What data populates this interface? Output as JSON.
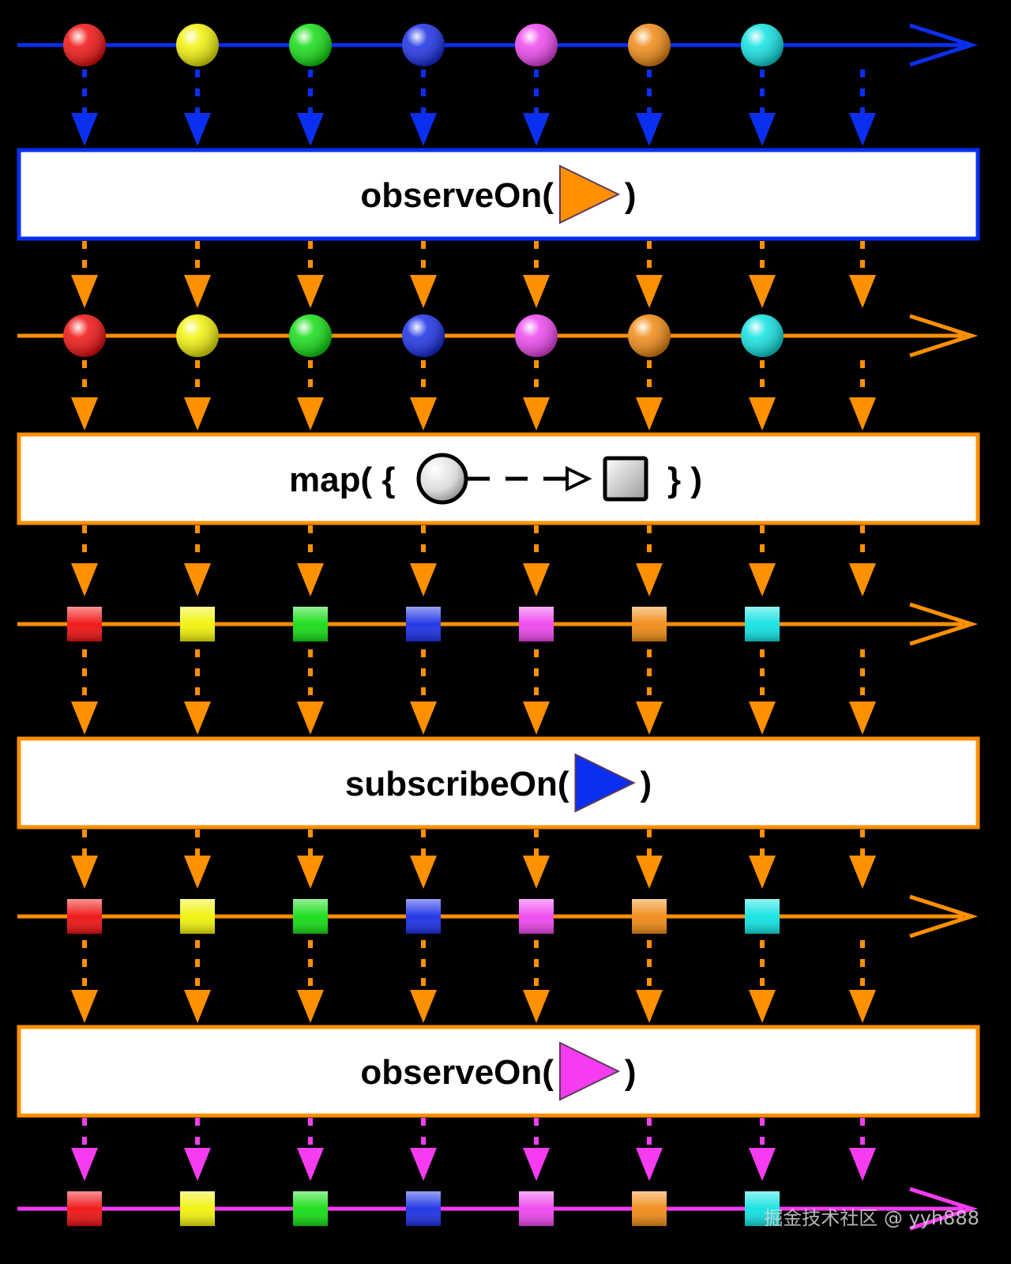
{
  "colors": {
    "background": "#000000",
    "blue": "#0a2ff0",
    "orange": "#ff9000",
    "magenta": "#f53cf0",
    "box_fill": "#ffffff"
  },
  "items": [
    {
      "color": "#f01010",
      "name": "red"
    },
    {
      "color": "#f2f20a",
      "name": "yellow"
    },
    {
      "color": "#14dd14",
      "name": "green"
    },
    {
      "color": "#1a2fe6",
      "name": "blue"
    },
    {
      "color": "#ee46ee",
      "name": "magenta"
    },
    {
      "color": "#f08a14",
      "name": "orange"
    },
    {
      "color": "#10e2e2",
      "name": "cyan"
    }
  ],
  "timelines": [
    {
      "color": "#0a2ff0",
      "shape": "circle"
    },
    {
      "color": "#ff9000",
      "shape": "circle"
    },
    {
      "color": "#ff9000",
      "shape": "square"
    },
    {
      "color": "#ff9000",
      "shape": "square"
    },
    {
      "color": "#f53cf0",
      "shape": "square"
    }
  ],
  "operators": [
    {
      "label": "observeOn(",
      "closing": ")",
      "border": "#0a2ff0",
      "icon": "orange-play-triangle-icon",
      "icon_color": "#ff9000"
    },
    {
      "label": "map( {",
      "closing": "} )",
      "border": "#ff9000",
      "icon": "circle-to-square-transform-icon"
    },
    {
      "label": "subscribeOn(",
      "closing": ")",
      "border": "#ff9000",
      "icon": "blue-play-triangle-icon",
      "icon_color": "#0a2ff0"
    },
    {
      "label": "observeOn(",
      "closing": ")",
      "border": "#ff9000",
      "icon": "magenta-play-triangle-icon",
      "icon_color": "#f53cf0"
    }
  ],
  "watermark": "掘金技术社区 @ yyh888"
}
